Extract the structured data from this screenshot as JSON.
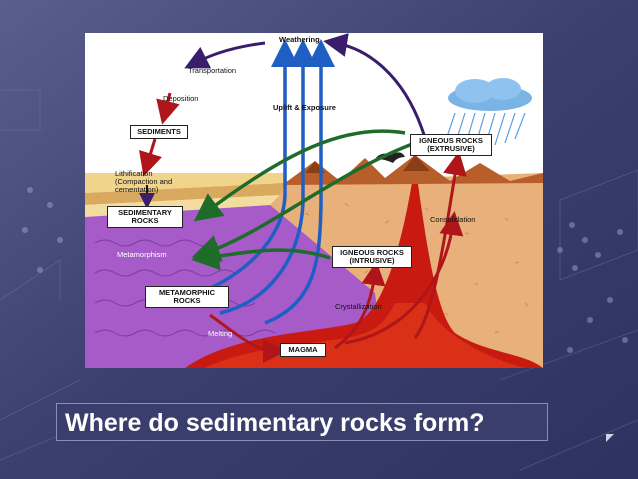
{
  "slide": {
    "question": "Where do sedimentary rocks form?",
    "colors": {
      "background": "#3b3f6e",
      "sediment_layers": "#e8c27a",
      "metamorphic": "#a65bc8",
      "igneous_crust": "#e8b07a",
      "magma": "#c91a12",
      "arrow_blue": "#1f5fc4",
      "arrow_green": "#1f6b2a",
      "arrow_purple": "#3b1d6e",
      "arrow_red": "#b0151a"
    }
  },
  "diagram": {
    "labels": {
      "weathering": "Weathering",
      "transportation": "Transportation",
      "deposition": "Deposition",
      "uplift_exposure": "Uplift & Exposure",
      "lithification": "Lithification\n(Compaction and\ncementation)",
      "metamorphism": "Metamorphism",
      "consolidation": "Consolidation",
      "crystallization": "Crystallization",
      "melting": "Melting"
    },
    "boxes": {
      "sediments": "SEDIMENTS",
      "sedimentary_rocks": "SEDIMENTARY\nROCKS",
      "metamorphic_rocks": "METAMORPHIC\nROCKS",
      "igneous_intrusive": "IGNEOUS ROCKS\n(INTRUSIVE)",
      "igneous_extrusive": "IGNEOUS ROCKS\n(EXTRUSIVE)",
      "magma": "MAGMA"
    },
    "icons": [
      "rain-cloud-icon",
      "volcano-smoke-icon",
      "mountain-icon"
    ]
  }
}
